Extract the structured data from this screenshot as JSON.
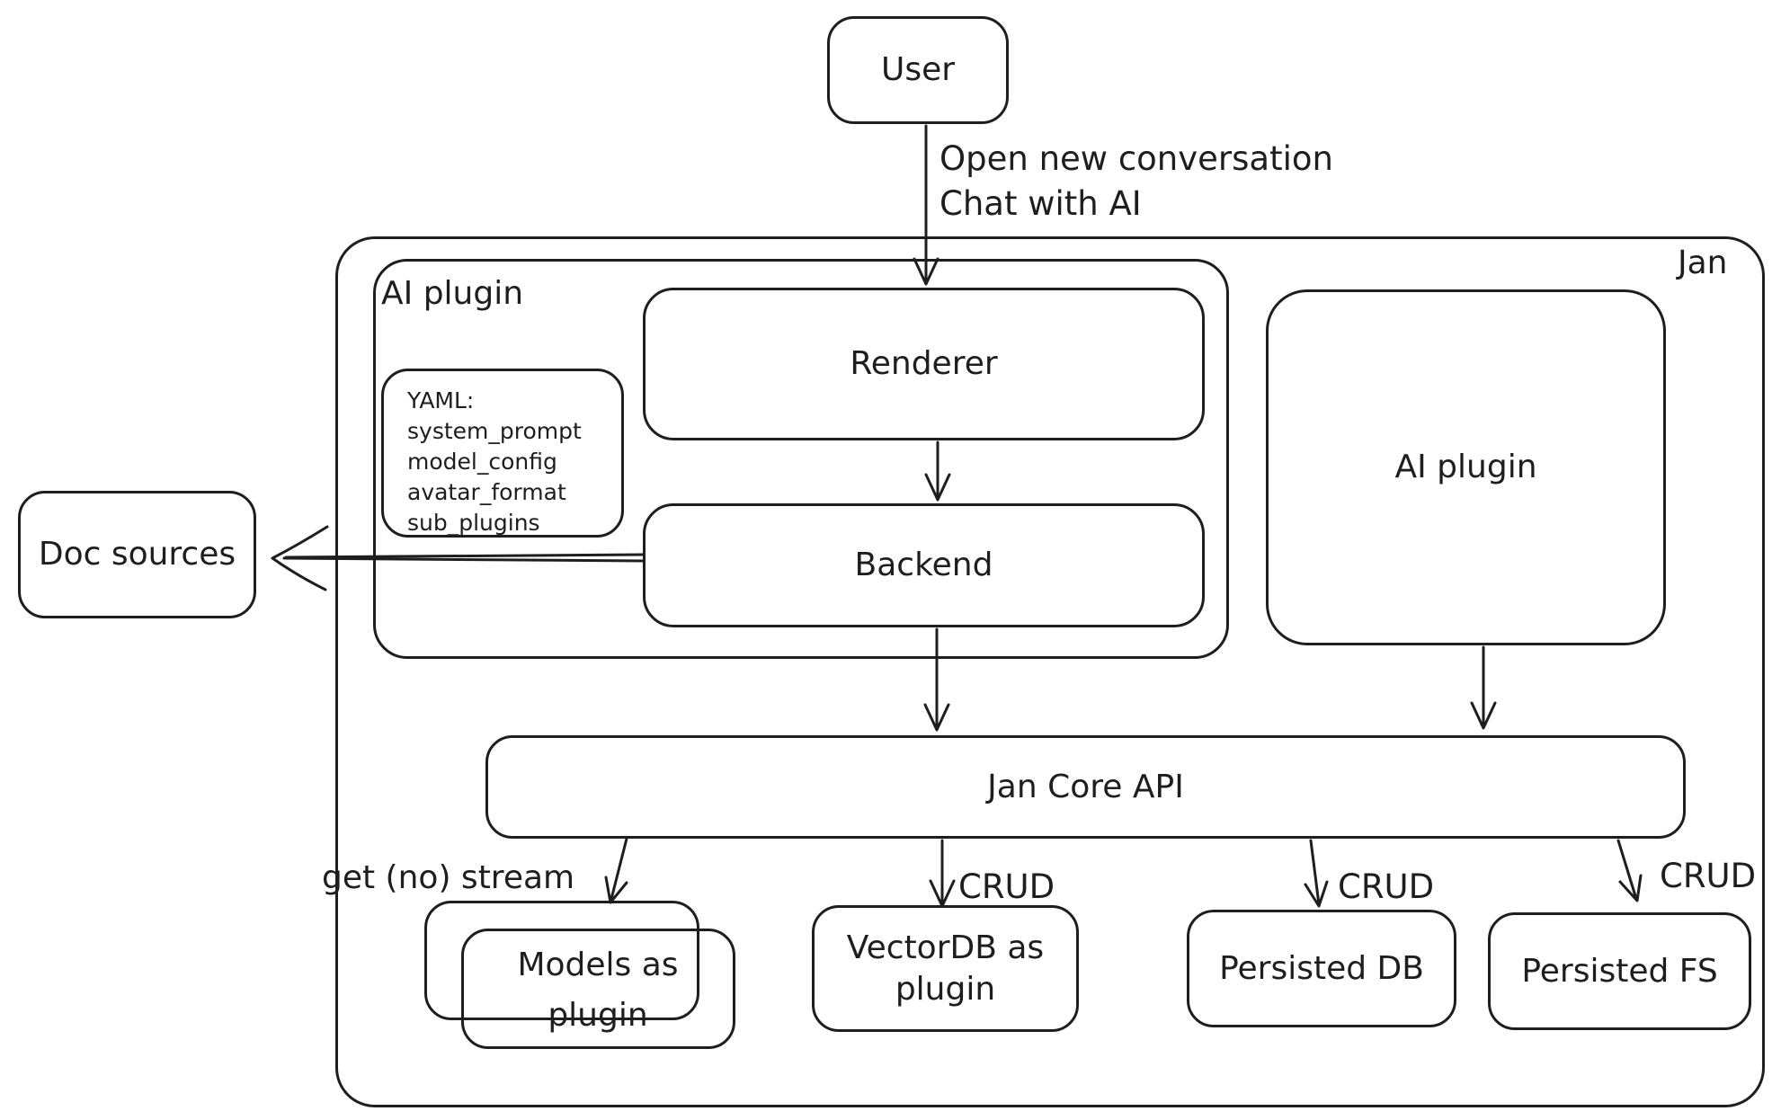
{
  "diagram": {
    "kind": "architecture-sketch",
    "colors": {
      "stroke": "#1e1e1e",
      "background": "#ffffff"
    }
  },
  "nodes": {
    "user": "User",
    "jan_container": "Jan",
    "ai_plugin_container": "AI plugin",
    "renderer": "Renderer",
    "backend": "Backend",
    "yaml_note": {
      "lines": [
        "YAML:",
        "system_prompt",
        "model_config",
        "avatar_format",
        "sub_plugins"
      ]
    },
    "ai_plugin_right": "AI plugin",
    "doc_sources": "Doc sources",
    "jan_core_api": "Jan Core API",
    "models_as_plugin": "Models as\nplugin",
    "vectordb_as_plugin": "VectorDB as\nplugin",
    "persisted_db": "Persisted DB",
    "persisted_fs": "Persisted FS"
  },
  "edges": {
    "open_conversation": [
      "Open new conversation",
      "Chat with AI"
    ],
    "get_no_stream": "get (no) stream",
    "crud_vectordb": "CRUD",
    "crud_persisted_db": "CRUD",
    "crud_persisted_fs": "CRUD"
  }
}
